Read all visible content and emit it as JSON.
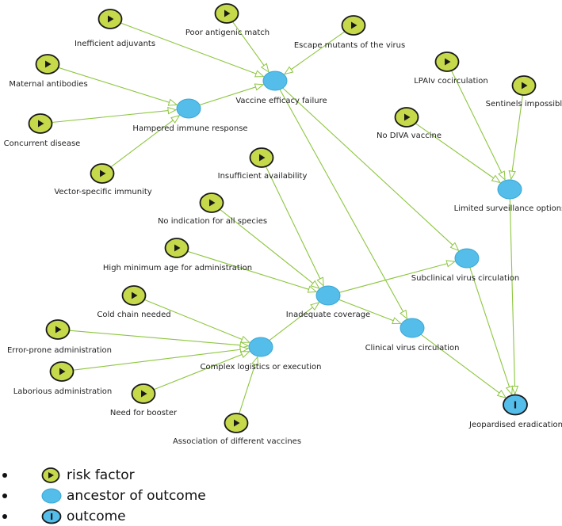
{
  "colors": {
    "risk_factor_fill": "#c5d94a",
    "ancestor_fill": "#54bde9",
    "outcome_fill": "#54bde9",
    "edge": "#8dc63f",
    "edge_to_outcome": "#8dc63f",
    "node_stroke": "#1a1a1a"
  },
  "nodes": [
    {
      "id": "inefficient_adjuvants",
      "label": "Inefficient adjuvants",
      "type": "risk-factor"
    },
    {
      "id": "poor_antigenic_match",
      "label": "Poor antigenic match",
      "type": "risk-factor"
    },
    {
      "id": "escape_mutants",
      "label": "Escape mutants of the virus",
      "type": "risk-factor"
    },
    {
      "id": "maternal_antibodies",
      "label": "Maternal antibodies",
      "type": "risk-factor"
    },
    {
      "id": "concurrent_disease",
      "label": "Concurrent disease",
      "type": "risk-factor"
    },
    {
      "id": "vector_specific_immunity",
      "label": "Vector-specific immunity",
      "type": "risk-factor"
    },
    {
      "id": "hampered_immune_response",
      "label": "Hampered immune response",
      "type": "ancestor"
    },
    {
      "id": "vaccine_efficacy_failure",
      "label": "Vaccine efficacy failure",
      "type": "ancestor"
    },
    {
      "id": "lpaiv_cocirculation",
      "label": "LPAIv cocirculation",
      "type": "risk-factor"
    },
    {
      "id": "sentinels_impossible",
      "label": "Sentinels impossible",
      "type": "risk-factor"
    },
    {
      "id": "no_diva_vaccine",
      "label": "No DIVA vaccine",
      "type": "risk-factor"
    },
    {
      "id": "limited_surveillance",
      "label": "Limited surveillance options",
      "type": "ancestor"
    },
    {
      "id": "insufficient_availability",
      "label": "Insufficient availability",
      "type": "risk-factor"
    },
    {
      "id": "no_indication_all_species",
      "label": "No indication for all species",
      "type": "risk-factor"
    },
    {
      "id": "high_minimum_age",
      "label": "High minimum age for administration",
      "type": "risk-factor"
    },
    {
      "id": "inadequate_coverage",
      "label": "Inadequate coverage",
      "type": "ancestor"
    },
    {
      "id": "subclinical_circulation",
      "label": "Subclinical virus circulation",
      "type": "ancestor"
    },
    {
      "id": "clinical_circulation",
      "label": "Clinical virus circulation",
      "type": "ancestor"
    },
    {
      "id": "cold_chain_needed",
      "label": "Cold chain needed",
      "type": "risk-factor"
    },
    {
      "id": "error_prone_administration",
      "label": "Error-prone administration",
      "type": "risk-factor"
    },
    {
      "id": "laborious_administration",
      "label": "Laborious administration",
      "type": "risk-factor"
    },
    {
      "id": "need_for_booster",
      "label": "Need for booster",
      "type": "risk-factor"
    },
    {
      "id": "association_different_vaccines",
      "label": "Association of different vaccines",
      "type": "risk-factor"
    },
    {
      "id": "complex_logistics",
      "label": "Complex logistics or execution",
      "type": "ancestor"
    },
    {
      "id": "jeopardised_eradication",
      "label": "Jeopardised eradication",
      "type": "outcome"
    }
  ],
  "edges": [
    [
      "inefficient_adjuvants",
      "vaccine_efficacy_failure"
    ],
    [
      "poor_antigenic_match",
      "vaccine_efficacy_failure"
    ],
    [
      "escape_mutants",
      "vaccine_efficacy_failure"
    ],
    [
      "hampered_immune_response",
      "vaccine_efficacy_failure"
    ],
    [
      "maternal_antibodies",
      "hampered_immune_response"
    ],
    [
      "concurrent_disease",
      "hampered_immune_response"
    ],
    [
      "vector_specific_immunity",
      "hampered_immune_response"
    ],
    [
      "vaccine_efficacy_failure",
      "subclinical_circulation"
    ],
    [
      "vaccine_efficacy_failure",
      "clinical_circulation"
    ],
    [
      "lpaiv_cocirculation",
      "limited_surveillance"
    ],
    [
      "sentinels_impossible",
      "limited_surveillance"
    ],
    [
      "no_diva_vaccine",
      "limited_surveillance"
    ],
    [
      "limited_surveillance",
      "jeopardised_eradication"
    ],
    [
      "insufficient_availability",
      "inadequate_coverage"
    ],
    [
      "no_indication_all_species",
      "inadequate_coverage"
    ],
    [
      "high_minimum_age",
      "inadequate_coverage"
    ],
    [
      "complex_logistics",
      "inadequate_coverage"
    ],
    [
      "inadequate_coverage",
      "subclinical_circulation"
    ],
    [
      "inadequate_coverage",
      "clinical_circulation"
    ],
    [
      "cold_chain_needed",
      "complex_logistics"
    ],
    [
      "error_prone_administration",
      "complex_logistics"
    ],
    [
      "laborious_administration",
      "complex_logistics"
    ],
    [
      "need_for_booster",
      "complex_logistics"
    ],
    [
      "association_different_vaccines",
      "complex_logistics"
    ],
    [
      "subclinical_circulation",
      "jeopardised_eradication"
    ],
    [
      "clinical_circulation",
      "jeopardised_eradication"
    ]
  ],
  "legend": [
    {
      "type": "risk-factor",
      "label": "risk factor"
    },
    {
      "type": "ancestor",
      "label": "ancestor of outcome"
    },
    {
      "type": "outcome",
      "label": "outcome"
    }
  ]
}
